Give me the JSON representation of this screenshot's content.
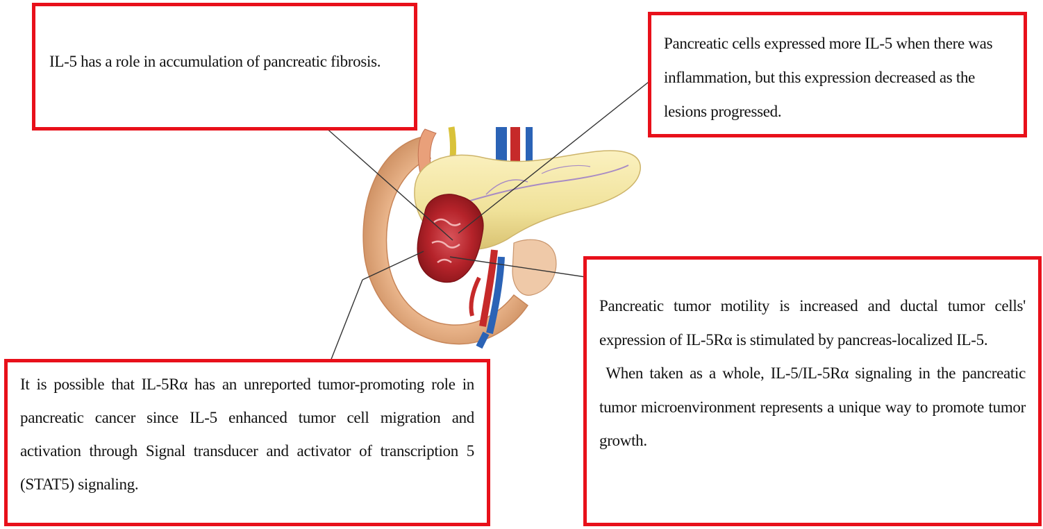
{
  "annotations": {
    "top_left": "IL-5 has a role in accumulation of pancreatic fibrosis.",
    "top_right": "Pancreatic cells expressed more IL-5 when there was inflammation, but this expression decreased as the lesions progressed.",
    "bottom_left": "It is possible that IL-5Rα has an unreported tumor-promoting role in pancreatic cancer since IL-5 enhanced tumor cell migration and activation through Signal transducer and activator of transcription 5 (STAT5) signaling.",
    "bottom_right_p1": "Pancreatic tumor motility is increased and ductal tumor cells' expression of IL-5Rα is stimulated by pancreas-localized IL-5.",
    "bottom_right_p2": " When taken as a whole, IL-5/IL-5Rα signaling in the pancreatic tumor microenvironment represents a unique way to promote tumor growth."
  },
  "colors": {
    "box_border": "#e8101a",
    "connector": "#333333",
    "pancreas": "#f2e6a0",
    "tumor": "#b5232a",
    "duodenum": "#e9b48a",
    "artery": "#c62a2a",
    "vein": "#2b63b6",
    "bile_duct": "#d9c23a"
  },
  "icons": {
    "illustration": "pancreas-with-tumor-illustration"
  }
}
